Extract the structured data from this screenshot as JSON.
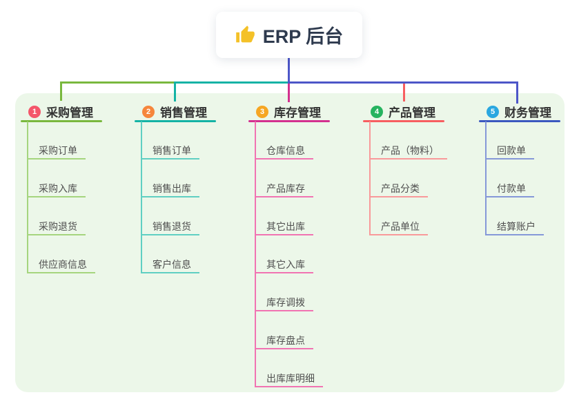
{
  "root_node": {
    "icon": "thumbs-up-icon",
    "label": "ERP 后台"
  },
  "colors": {
    "page_bg": "#ffffff",
    "panel_bg": "#ecf7e9",
    "root_connector": "#4d56c8",
    "root_text": "#2e3a4e",
    "header_text": "#333333",
    "child_text": "#4f4f4f",
    "thumb_icon": "#f4c128"
  },
  "branches": [
    {
      "number": "1",
      "label": "采购管理",
      "badge_color": "#f4566a",
      "line_color": "#79b83e",
      "child_line_color": "#a5d57e",
      "children": [
        "采购订单",
        "采购入库",
        "采购退货",
        "供应商信息"
      ]
    },
    {
      "number": "2",
      "label": "销售管理",
      "badge_color": "#f6863c",
      "line_color": "#14b3a5",
      "child_line_color": "#5fcfc2",
      "children": [
        "销售订单",
        "销售出库",
        "销售退货",
        "客户信息"
      ]
    },
    {
      "number": "3",
      "label": "库存管理",
      "badge_color": "#f6a623",
      "line_color": "#d3308f",
      "child_line_color": "#f173b2",
      "children": [
        "仓库信息",
        "产品库存",
        "其它出库",
        "其它入库",
        "库存调拨",
        "库存盘点",
        "出库库明细"
      ]
    },
    {
      "number": "4",
      "label": "产品管理",
      "badge_color": "#26b35f",
      "line_color": "#f75e60",
      "child_line_color": "#f9999a",
      "children": [
        "产品（物料）",
        "产品分类",
        "产品单位"
      ]
    },
    {
      "number": "5",
      "label": "财务管理",
      "badge_color": "#2aa7e0",
      "line_color": "#3b58bf",
      "child_line_color": "#8598d8",
      "children": [
        "回款单",
        "付款单",
        "结算账户"
      ]
    }
  ]
}
